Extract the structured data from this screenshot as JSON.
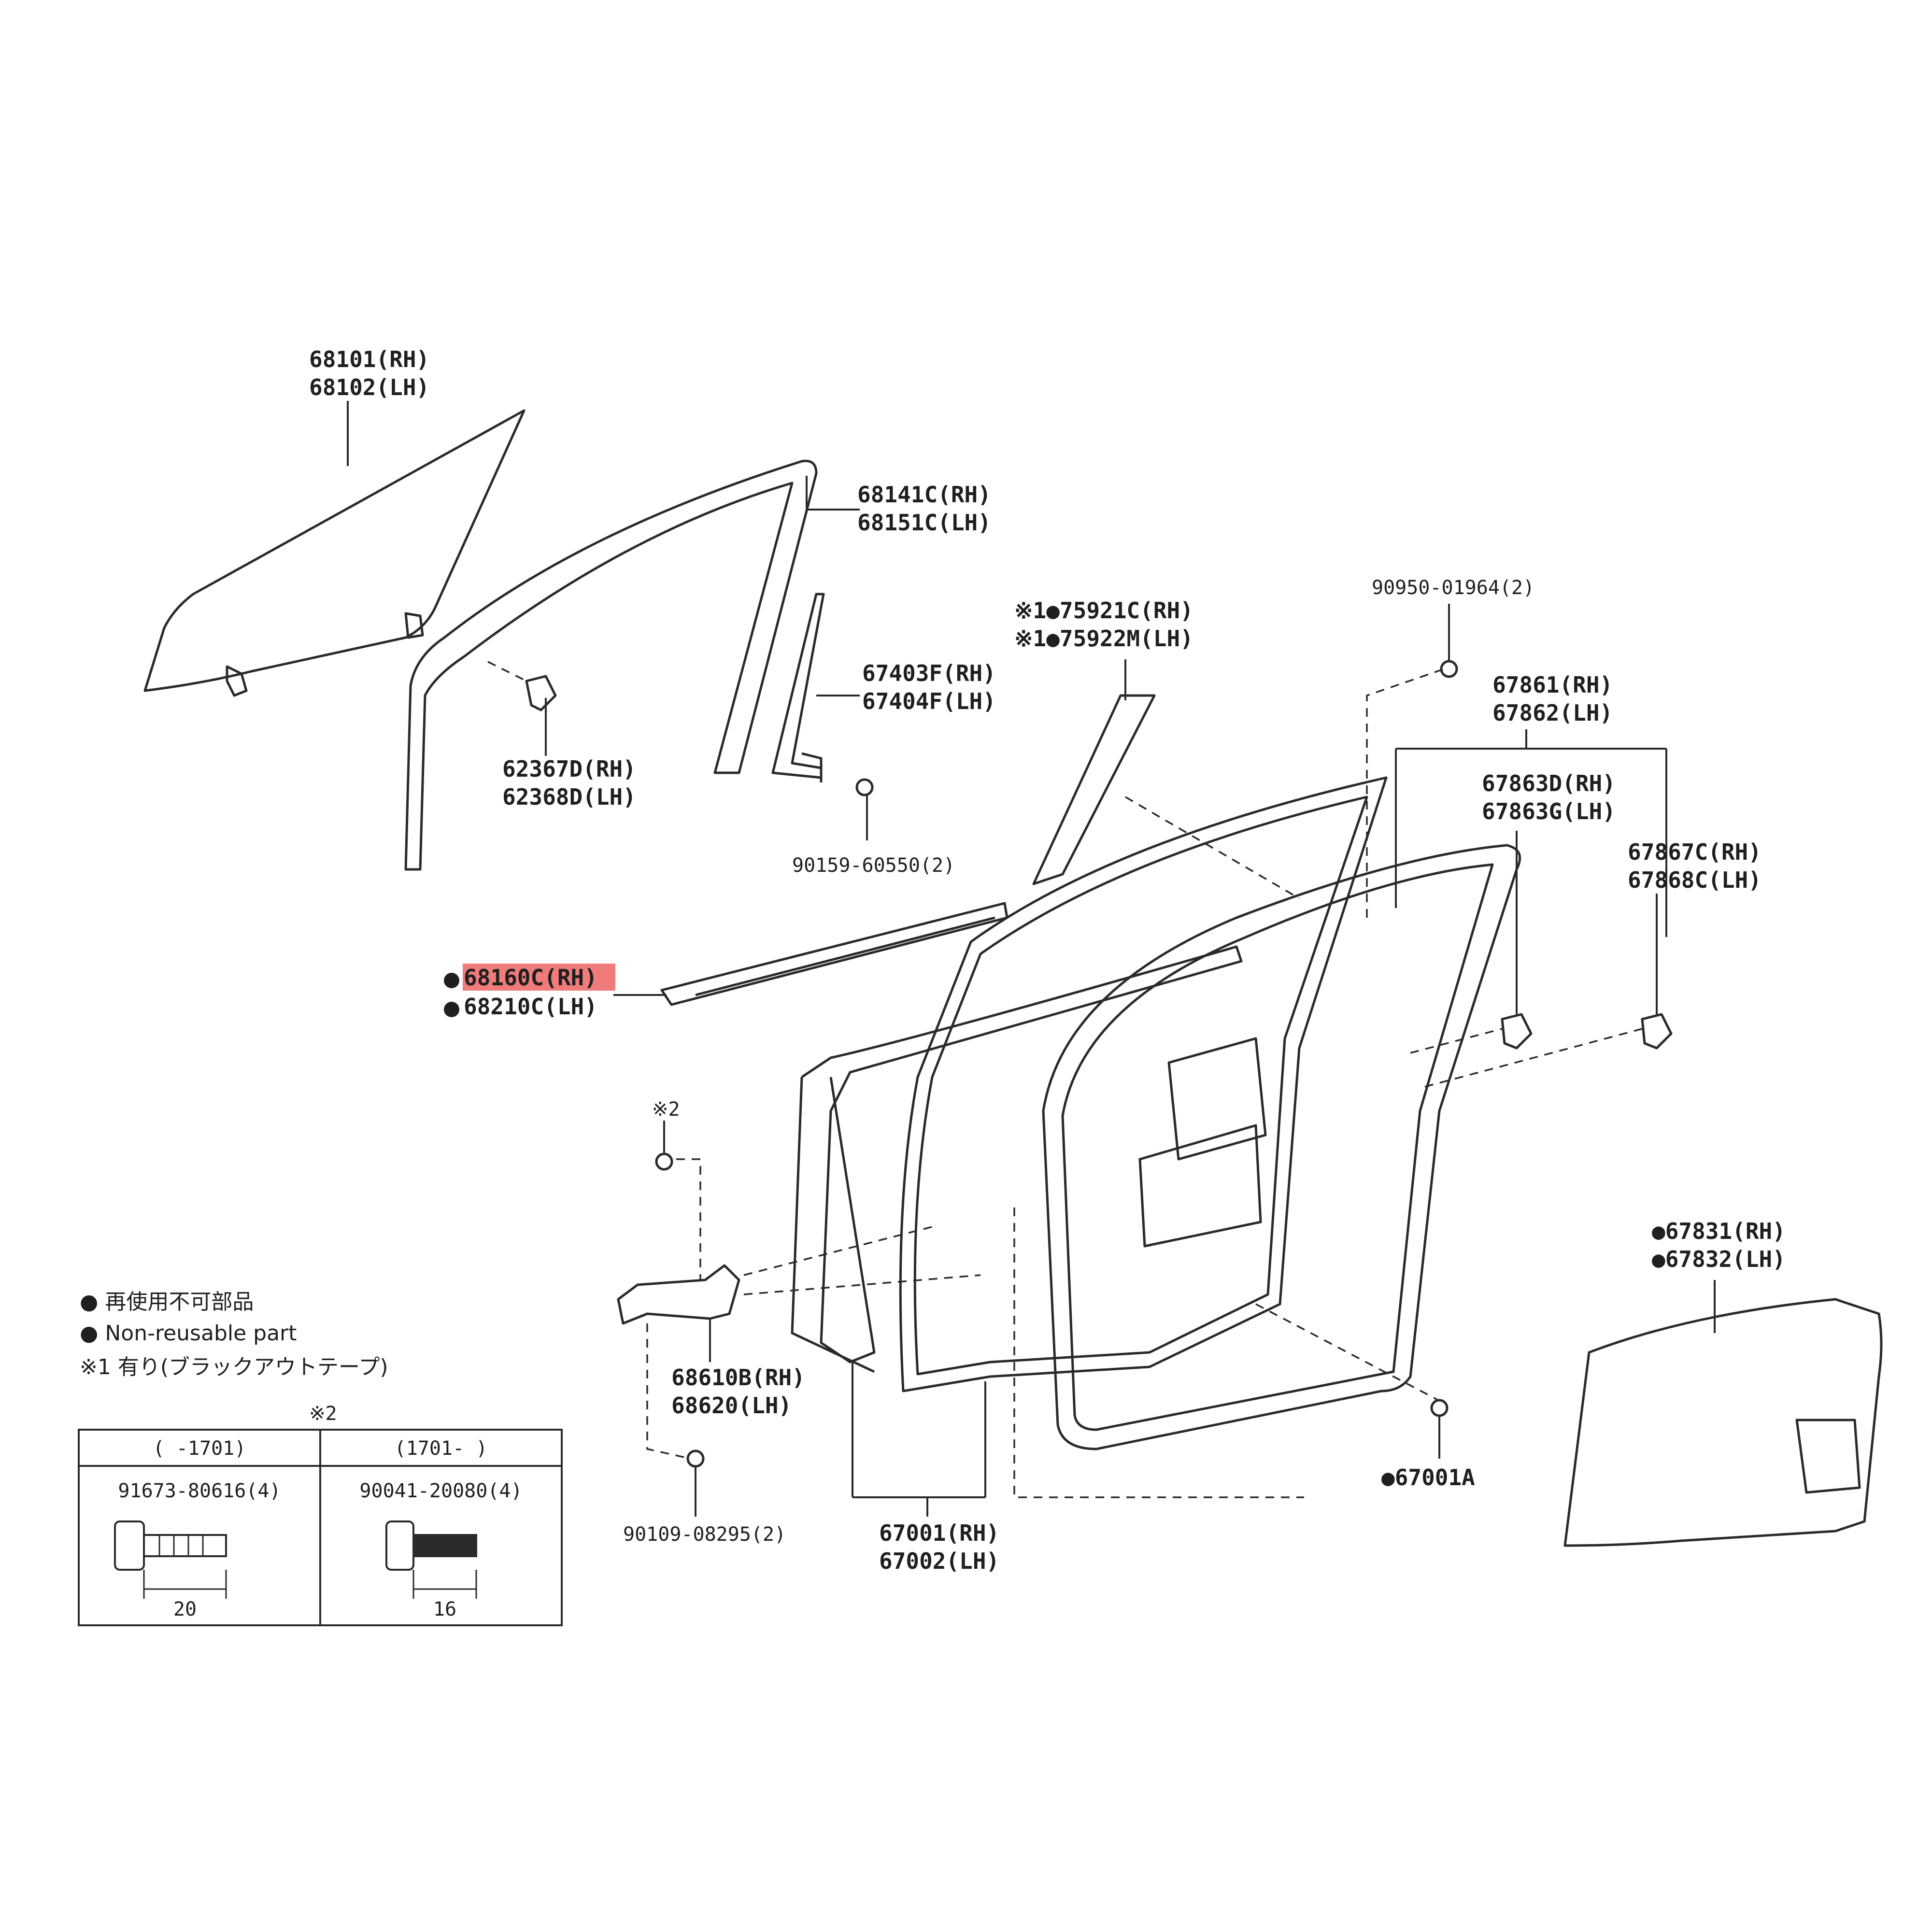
{
  "highlight_color": "#ef7b7b",
  "callouts": {
    "c68101": "68101(RH)",
    "c68102": "68102(LH)",
    "c68141": "68141C(RH)",
    "c68151": "68151C(LH)",
    "c67403": "67403F(RH)",
    "c67404": "67404F(LH)",
    "c62367": "62367D(RH)",
    "c62368": "62368D(LH)",
    "c90159": "90159-60550(2)",
    "c75921": "※1●75921C(RH)",
    "c75922": "※1●75922M(LH)",
    "c90950": "90950-01964(2)",
    "c67861": "67861(RH)",
    "c67862": "67862(LH)",
    "c67863d": "67863D(RH)",
    "c67863g": "67863G(LH)",
    "c67867": "67867C(RH)",
    "c67868": "67868C(LH)",
    "c68160": "68160C(RH)",
    "c68210": "68210C(LH)",
    "c_x2": "※2",
    "c68610": "68610B(RH)",
    "c68620": "68620(LH)",
    "c90109": "90109-08295(2)",
    "c67001": "67001(RH)",
    "c67002": "67002(LH)",
    "c67001a": "●67001A",
    "c67831": "●67831(RH)",
    "c67832": "●67832(LH)"
  },
  "legend": {
    "jp": "● 再使用不可部品",
    "en": "● Non-reusable part",
    "note": "※1 有り(ブラックアウトテープ)"
  },
  "bolt_table": {
    "ref": "※2",
    "col1_header": "(      -1701)",
    "col2_header": "(1701-       )",
    "col1_part": "91673-80616(4)",
    "col2_part": "90041-20080(4)",
    "col1_len": "20",
    "col2_len": "16"
  }
}
